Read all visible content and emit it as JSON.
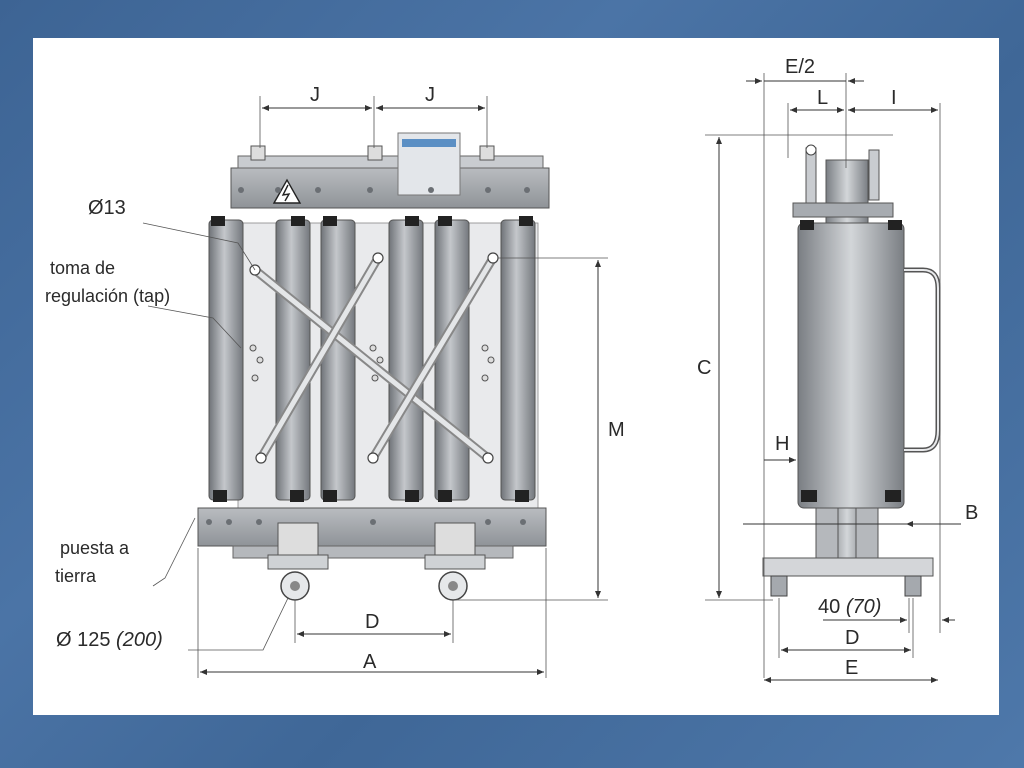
{
  "labels": {
    "J": "J",
    "phi13": "Ø13",
    "toma_line1": "toma de",
    "toma_line2": "regulación (tap)",
    "puesta_line1": "puesta a",
    "puesta_line2": "tierra",
    "wheel_prefix": "Ø 125",
    "wheel_alt": "(200)",
    "D": "D",
    "A": "A",
    "M": "M",
    "E_half": "E/2",
    "L": "L",
    "I": "I",
    "C": "C",
    "H": "H",
    "B": "B",
    "base_prefix": "40",
    "base_alt": "(70)",
    "E": "E"
  },
  "colors": {
    "background": "#4a72a3",
    "panel": "#ffffff",
    "metal": "#a9adb1",
    "coil_dark": "#7c8085",
    "coil_light": "#c9ccd0",
    "line": "#333333"
  }
}
